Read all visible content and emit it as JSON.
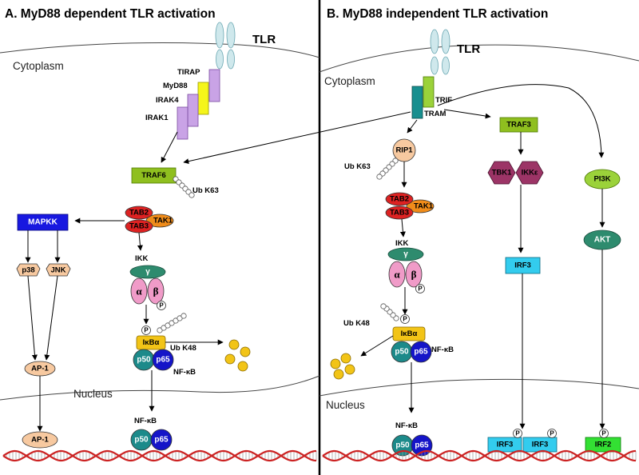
{
  "panels": {
    "a_title": "A. MyD88 dependent TLR activation",
    "b_title": "B. MyD88 independent TLR activation"
  },
  "regions": {
    "cytoplasm": "Cytoplasm",
    "nucleus": "Nucleus",
    "tlr": "TLR"
  },
  "left": {
    "tirap": "TIRAP",
    "myd88": "MyD88",
    "irak4": "IRAK4",
    "irak1": "IRAK1",
    "traf6": "TRAF6",
    "ub_k63": "Ub K63",
    "tab2": "TAB2",
    "tab3": "TAB3",
    "tak1": "TAK1",
    "mapkk": "MAPKK",
    "p38": "p38",
    "jnk": "JNK",
    "ikk": "IKK",
    "gamma": "γ",
    "alpha": "α",
    "beta": "β",
    "p": "P",
    "ikba": "IκBα",
    "ub_k48": "Ub K48",
    "p50": "p50",
    "p65": "p65",
    "nfkb": "NF-κB",
    "ap1": "AP-1"
  },
  "right": {
    "trif": "TRIF",
    "tram": "TRAM",
    "rip1": "RIP1",
    "traf3": "TRAF3",
    "tbk1": "TBK1",
    "ikke": "IKKε",
    "pi3k": "PI3K",
    "akt": "AKT",
    "irf3": "IRF3",
    "irf2": "IRF2",
    "ub_k63": "Ub K63",
    "tab2": "TAB2",
    "tab3": "TAB3",
    "tak1": "TAK1",
    "ikk": "IKK",
    "gamma": "γ",
    "alpha": "α",
    "beta": "β",
    "p": "P",
    "ub_k48": "Ub K48",
    "ikba": "IκBα",
    "p50": "p50",
    "p65": "p65",
    "nfkb": "NF-κB"
  },
  "colors": {
    "tlr": "#cfe8ec",
    "tirap_irak": "#c9a3e6",
    "myd88": "#f5f51a",
    "traf6": "#8fbf1f",
    "tab": "#dd2222",
    "tak1": "#f08c1a",
    "mapkk": "#1818e0",
    "kinase_peach": "#f7c9a0",
    "ikk_gamma": "#2e8b6e",
    "ikk_ab": "#f09bc8",
    "ikba": "#f2c417",
    "p50": "#1c8a8a",
    "p65": "#1515c8",
    "irf3": "#33ccee",
    "irf2": "#33e033",
    "tbk1": "#9c3466",
    "tram": "#178f8f",
    "trif": "#9bd23a",
    "dna": "#cc2222"
  }
}
